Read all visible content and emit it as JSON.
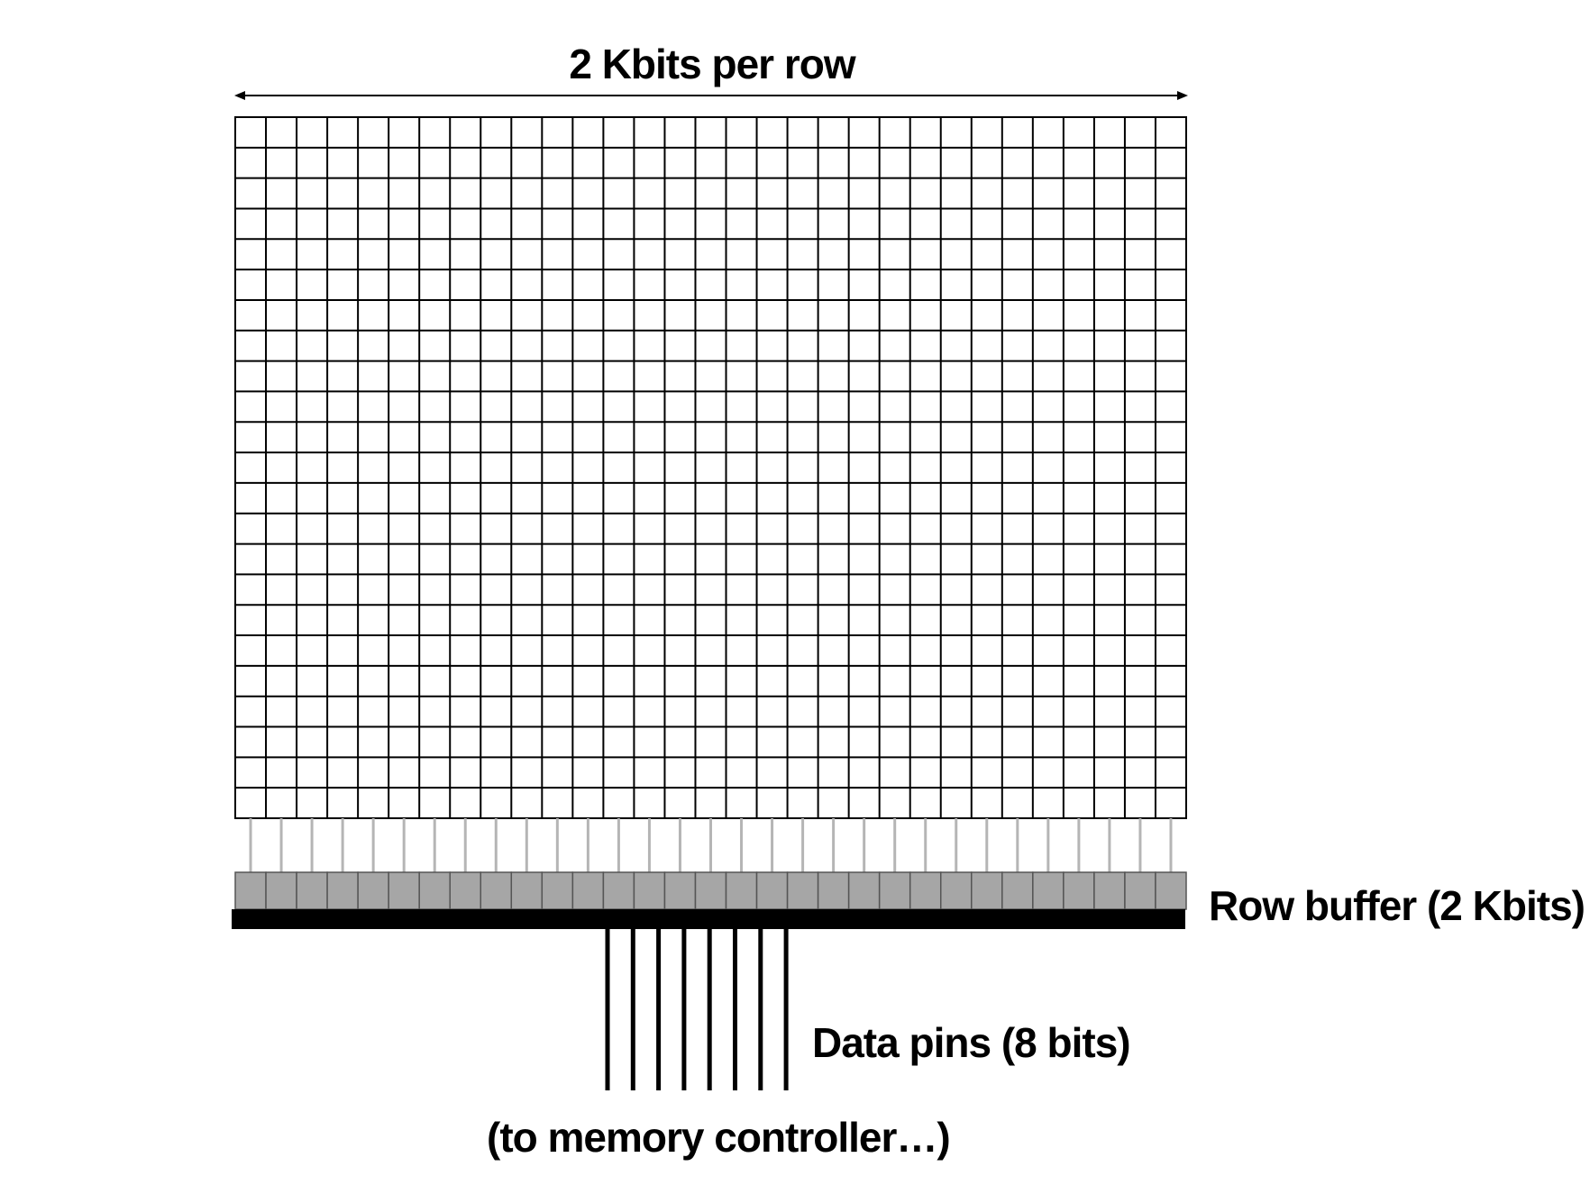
{
  "diagram": {
    "row_width_label": "2 Kbits per row",
    "row_buffer_label": "Row buffer (2 Kbits)",
    "data_pins_label": "Data pins (8 bits)",
    "controller_label": "(to memory controller…)",
    "colors": {
      "grid_line": "#000000",
      "buffer_fill": "#a6a6a6",
      "connector_line": "#b5b5b5",
      "bus_fill": "#000000",
      "background": "#ffffff"
    },
    "columns_shown": 31,
    "rows_shown": 23,
    "buffer_cells_shown": 31,
    "data_pins_shown": 8
  }
}
